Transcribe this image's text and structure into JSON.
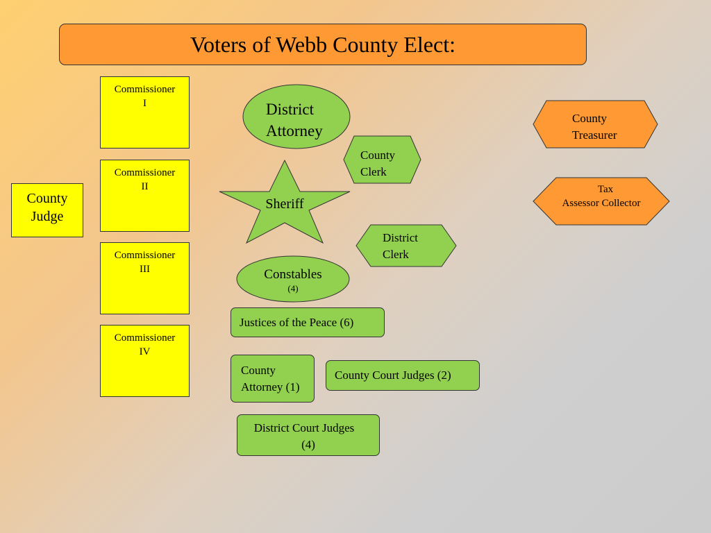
{
  "title": "Voters of Webb County Elect:",
  "commissioners": [
    {
      "label": "Commissioner",
      "number": "I"
    },
    {
      "label": "Commissioner",
      "number": "II"
    },
    {
      "label": "Commissioner",
      "number": "III"
    },
    {
      "label": "Commissioner",
      "number": "IV"
    }
  ],
  "county_judge": {
    "line1": "County",
    "line2": "Judge"
  },
  "district_attorney": {
    "line1": "District",
    "line2": "Attorney"
  },
  "county_clerk": {
    "line1": "County",
    "line2": "Clerk"
  },
  "sheriff": "Sheriff",
  "district_clerk": {
    "line1": "District",
    "line2": "Clerk"
  },
  "constables": {
    "label": "Constables",
    "count": "(4)"
  },
  "justices": "Justices of the Peace (6)",
  "county_attorney": {
    "line1": "County",
    "line2": "Attorney (1)"
  },
  "county_court_judges": "County Court Judges (2)",
  "district_court_judges": {
    "line1": "District Court Judges",
    "line2": "(4)"
  },
  "county_treasurer": {
    "line1": "County",
    "line2": "Treasurer"
  },
  "tax_assessor": {
    "line1": "Tax",
    "line2": "Assessor Collector"
  },
  "colors": {
    "title_fill": "#ff9933",
    "commissioner_fill": "#ffff00",
    "green_fill": "#92d050",
    "orange_fill": "#ff9933"
  }
}
